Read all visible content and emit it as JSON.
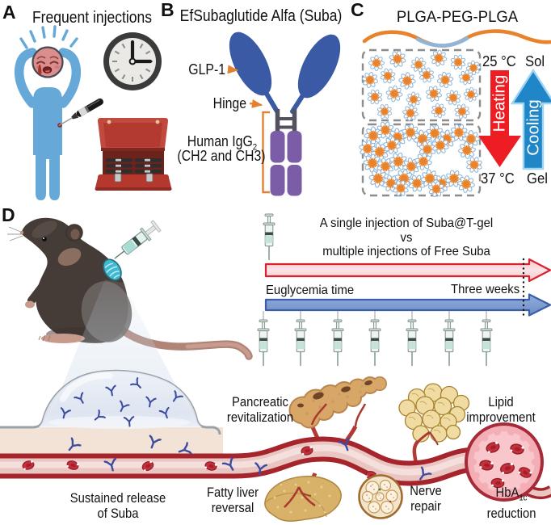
{
  "panel_a": {
    "label": "A",
    "title": "Frequent injections"
  },
  "panel_b": {
    "label": "B",
    "title": "EfSubaglutide Alfa (Suba)",
    "glp1_label": "GLP-1",
    "hinge_label": "Hinge",
    "igg_main": "Human IgG",
    "igg_sub": "2",
    "igg_line2": "(CH2 and CH3)"
  },
  "panel_c": {
    "label": "C",
    "title": "PLGA-PEG-PLGA",
    "sol_temp": "25 °C",
    "sol_state": "Sol",
    "heating_label": "Heating",
    "cooling_label": "Cooling",
    "gel_temp": "37 °C",
    "gel_state": "Gel"
  },
  "panel_d": {
    "label": "D",
    "timeline_line1": "A single injection of Suba@T-gel",
    "timeline_line2": "vs",
    "timeline_line3": "multiple injections of Free Suba",
    "euglycemia_label": "Euglycemia time",
    "three_weeks_label": "Three weeks",
    "outcome_sustained": "Sustained release\nof Suba",
    "outcome_pancreatic": "Pancreatic\nrevitalization",
    "outcome_fatty_liver": "Fatty liver\nreversal",
    "outcome_nerve": "Nerve\nrepair",
    "outcome_lipid": "Lipid\nimprovement",
    "outcome_hba_main": "HbA",
    "outcome_hba_sub": "1c",
    "outcome_hba_line2": "reduction"
  },
  "colors": {
    "person_blue": "#66A9D8",
    "face_pink": "#DC8E8E",
    "clock_dark": "#3B3B3B",
    "case_red": "#BE4237",
    "ab_blue": "#3B5AA5",
    "ab_purple": "#7B5CA6",
    "ab_hinge": "#52525E",
    "accent_orange": "#E2812F",
    "polymer_orange": "#E8832C",
    "polymer_blue": "#8FB6D8",
    "heat_red": "#EC1E24",
    "cool_blue": "#1F86C8",
    "tl_red_border": "#D8232E",
    "tl_red_fill": "#F8DBDD",
    "tl_blue_border": "#3A5FA8",
    "tl_blue_fill": "#7F9DD1",
    "mouse_dark": "#463C37",
    "tail_pink": "#B08578",
    "gel_teal": "#3FB9D2",
    "skin_beige": "#F2E3D6",
    "vessel_red": "#A6242B",
    "vessel_pink": "#E9C6C2",
    "organ_tan": "#D8A768",
    "liver_gold": "#D9B26A",
    "lipid_yellow": "#F0DCA2",
    "hba_pink": "#F4AEB6",
    "antibody_blue": "#3D4CA0",
    "rbc_red": "#C4313C"
  }
}
